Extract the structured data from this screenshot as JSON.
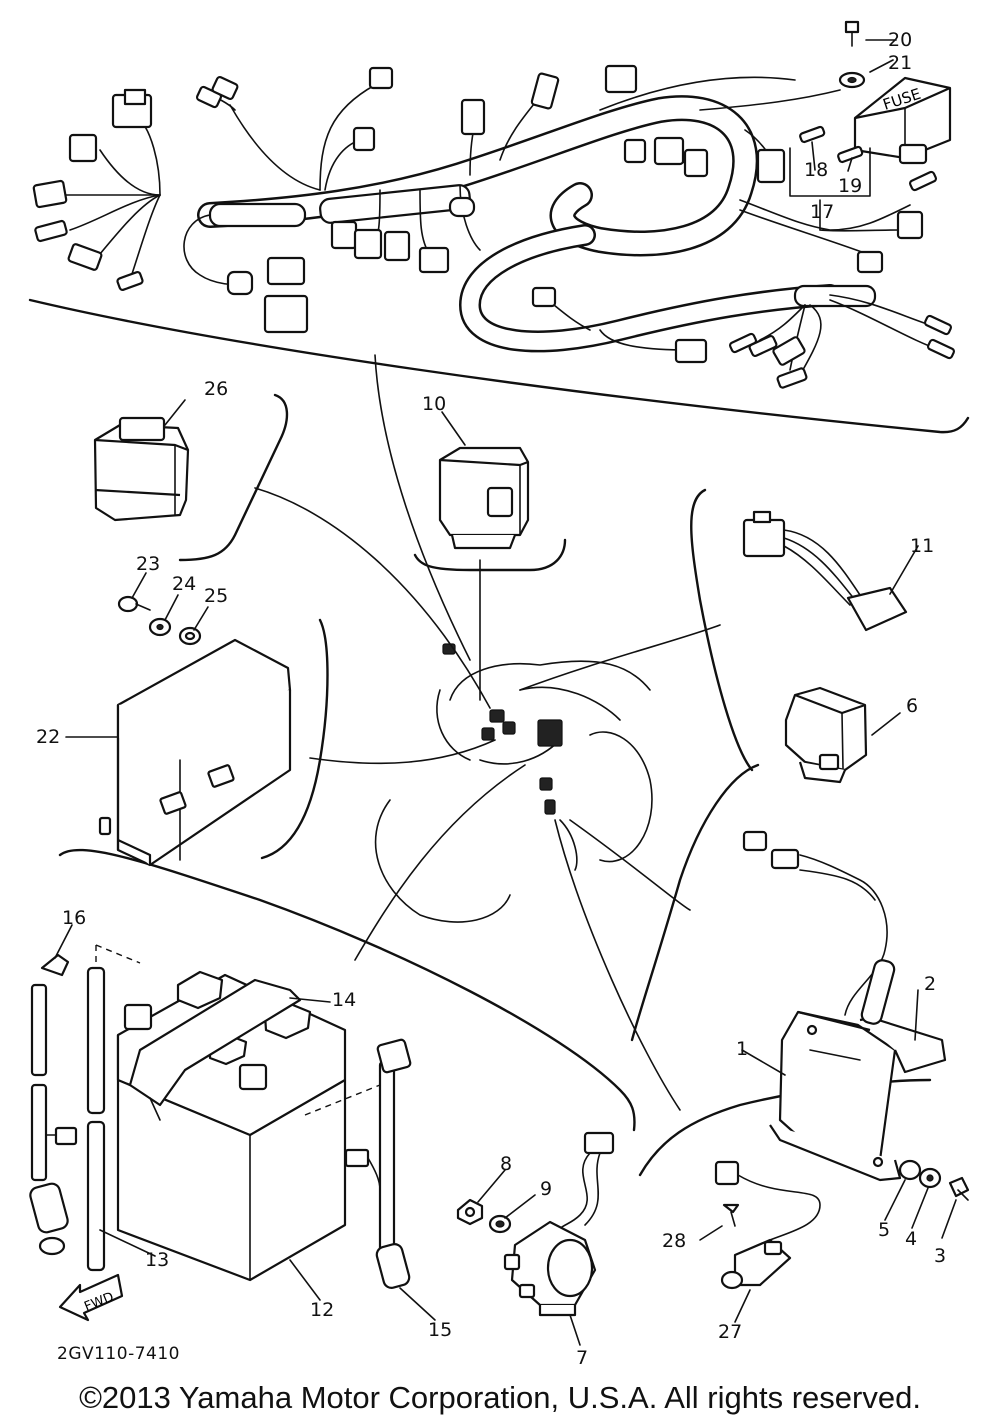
{
  "diagram": {
    "callouts": [
      "1",
      "2",
      "3",
      "4",
      "5",
      "6",
      "7",
      "8",
      "9",
      "10",
      "11",
      "12",
      "13",
      "14",
      "15",
      "16",
      "17",
      "18",
      "19",
      "20",
      "21",
      "22",
      "23",
      "24",
      "25",
      "26",
      "27",
      "28"
    ],
    "fuse_label": "FUSE",
    "fwd_label": "FWD",
    "drawing_code": "2GV110-7410"
  },
  "footer": {
    "copyright": "©2013 Yamaha Motor Corporation, U.S.A. All rights reserved."
  }
}
